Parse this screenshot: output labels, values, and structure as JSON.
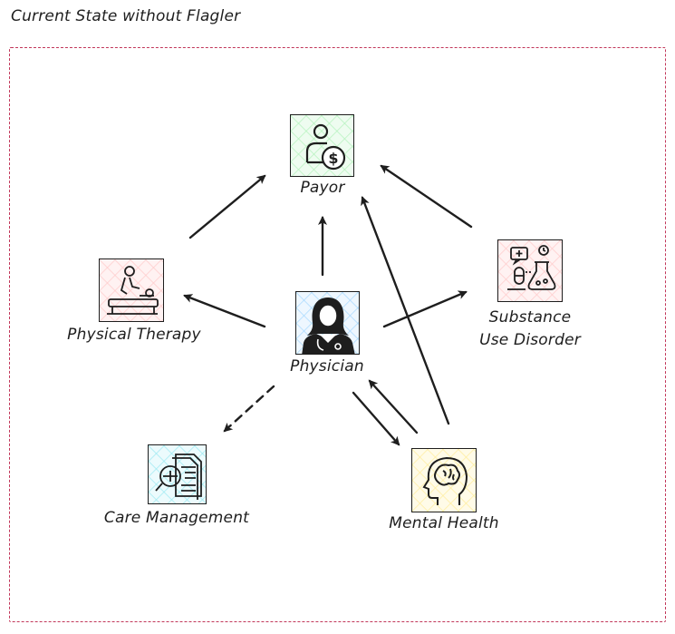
{
  "title": "Current State without Flagler",
  "colors": {
    "frame": "#c2375a",
    "ink": "#1e1e1e",
    "payor_fill": "#b2f2bb",
    "pt_fill": "#ffc9c9",
    "physician_fill": "#a5d8ff",
    "sud_fill": "#ffc9c9",
    "care_fill": "#99e9f2",
    "mental_fill": "#ffec99"
  },
  "nodes": {
    "payor": {
      "label": "Payor",
      "icon": "payor-person-dollar-icon"
    },
    "physical_therapy": {
      "label": "Physical Therapy",
      "icon": "physical-therapy-icon"
    },
    "physician": {
      "label": "Physician",
      "icon": "physician-icon"
    },
    "substance_use": {
      "label_line1": "Substance",
      "label_line2": "Use Disorder",
      "icon": "lab-flask-icon"
    },
    "care_management": {
      "label": "Care Management",
      "icon": "documents-magnifier-icon"
    },
    "mental_health": {
      "label": "Mental Health",
      "icon": "brain-head-icon"
    }
  },
  "edges": [
    {
      "from": "Physical Therapy",
      "to": "Payor",
      "style": "solid"
    },
    {
      "from": "Physician",
      "to": "Payor",
      "style": "solid"
    },
    {
      "from": "Substance Use Disorder",
      "to": "Payor",
      "style": "solid"
    },
    {
      "from": "Mental Health",
      "to": "Payor",
      "style": "solid"
    },
    {
      "from": "Physician",
      "to": "Physical Therapy",
      "style": "solid"
    },
    {
      "from": "Physician",
      "to": "Substance Use Disorder",
      "style": "solid"
    },
    {
      "from": "Physician",
      "to": "Care Management",
      "style": "dashed"
    },
    {
      "from": "Physician",
      "to": "Mental Health",
      "style": "solid"
    },
    {
      "from": "Mental Health",
      "to": "Physician",
      "style": "solid"
    }
  ]
}
